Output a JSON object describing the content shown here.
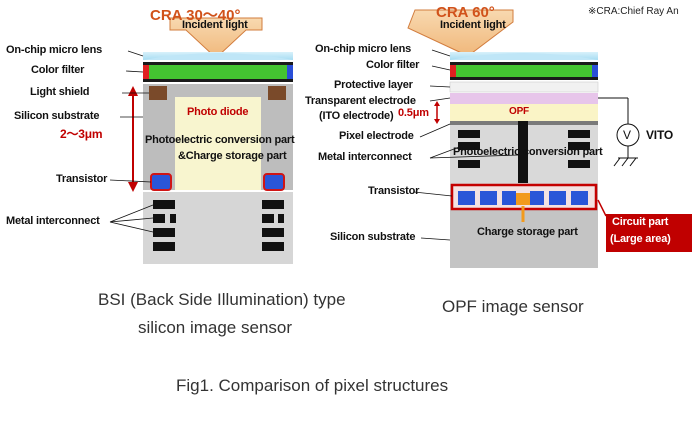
{
  "note": "※CRA:Chief Ray An",
  "left": {
    "cra": "CRA 30〜40°",
    "incident": "Incident light",
    "labels": {
      "microlens": "On-chip micro lens",
      "color_filter": "Color filter",
      "light_shield": "Light shield",
      "silicon_substrate": "Silicon substrate",
      "thickness": "2〜3μm",
      "transistor": "Transistor",
      "metal_interconnect": "Metal interconnect",
      "photo_diode": "Photo diode",
      "conversion_line1": "Photoelectric conversion part",
      "conversion_line2": "&Charge storage part"
    },
    "caption_line1": "BSI (Back Side Illumination) type",
    "caption_line2": "silicon image sensor"
  },
  "right": {
    "cra": "CRA 60°",
    "incident": "Incident light",
    "labels": {
      "microlens": "On-chip micro lens",
      "color_filter": "Color filter",
      "protective_layer": "Protective layer",
      "transparent_electrode": "Transparent electrode",
      "ito": "(ITO electrode)",
      "thickness": "0.5μm",
      "pixel_electrode": "Pixel electrode",
      "metal_interconnect": "Metal interconnect",
      "transistor": "Transistor",
      "silicon_substrate": "Silicon substrate",
      "opf": "OPF",
      "conversion": "Photoelectric conversion part",
      "charge_storage": "Charge storage part",
      "circuit_line1": "Circuit part",
      "circuit_line2": "(Large area)",
      "voltmeter": "V",
      "vito": "VITO"
    },
    "caption": "OPF image sensor"
  },
  "figure_caption": "Fig1. Comparison of pixel structures"
}
